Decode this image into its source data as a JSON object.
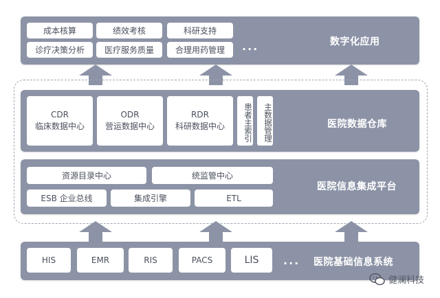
{
  "digital_apps": {
    "title": "数字化应用",
    "row1": [
      "成本核算",
      "绩效考核",
      "科研支持"
    ],
    "row2": [
      "诊疗决策分析",
      "医疗服务质量",
      "合理用药管理"
    ],
    "ellipsis": "..."
  },
  "data_warehouse": {
    "title": "医院数据仓库",
    "cdr": {
      "code": "CDR",
      "name": "临床数据中心"
    },
    "odr": {
      "code": "ODR",
      "name": "营运数据中心"
    },
    "rdr": {
      "code": "RDR",
      "name": "科研数据中心"
    },
    "patient_index": "患者主索引",
    "master_data": "主数据管理"
  },
  "integration_platform": {
    "title": "医院信息集成平台",
    "row1": [
      "资源目录中心",
      "统监管中心"
    ],
    "row2": [
      "ESB 企业总线",
      "集成引擎",
      "ETL"
    ]
  },
  "base_systems": {
    "title": "医院基础信息系统",
    "items": [
      "HIS",
      "EMR",
      "RIS",
      "PACS",
      "LIS"
    ],
    "ellipsis": "..."
  },
  "watermark": {
    "text": "健澜科技"
  },
  "colors": {
    "layer": "#8c93a6",
    "box": "#ffffff",
    "text": "#4a4f5c"
  }
}
